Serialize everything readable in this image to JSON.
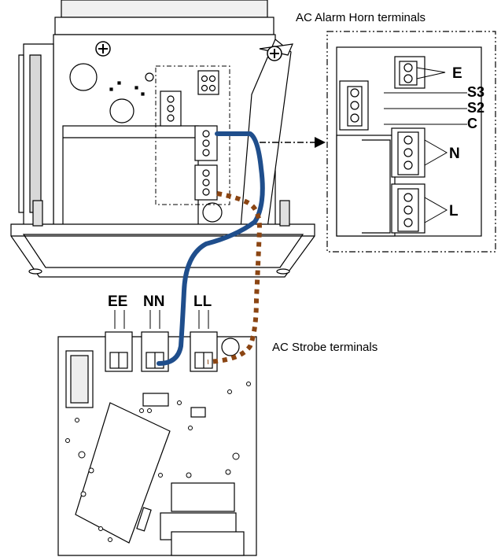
{
  "captions": {
    "horn_terminals": "AC Alarm Horn terminals",
    "strobe_terminals": "AC Strobe terminals"
  },
  "horn_terminal_labels": {
    "earth": "E",
    "s3": "S3",
    "s2": "S2",
    "common": "C",
    "neutral": "N",
    "line": "L"
  },
  "strobe_terminal_labels": {
    "earth": "EE",
    "neutral": "NN",
    "line": "LL"
  },
  "colors": {
    "neutral_wire": "#1f4e8c",
    "line_wire": "#8b4513",
    "outline": "#000000"
  }
}
